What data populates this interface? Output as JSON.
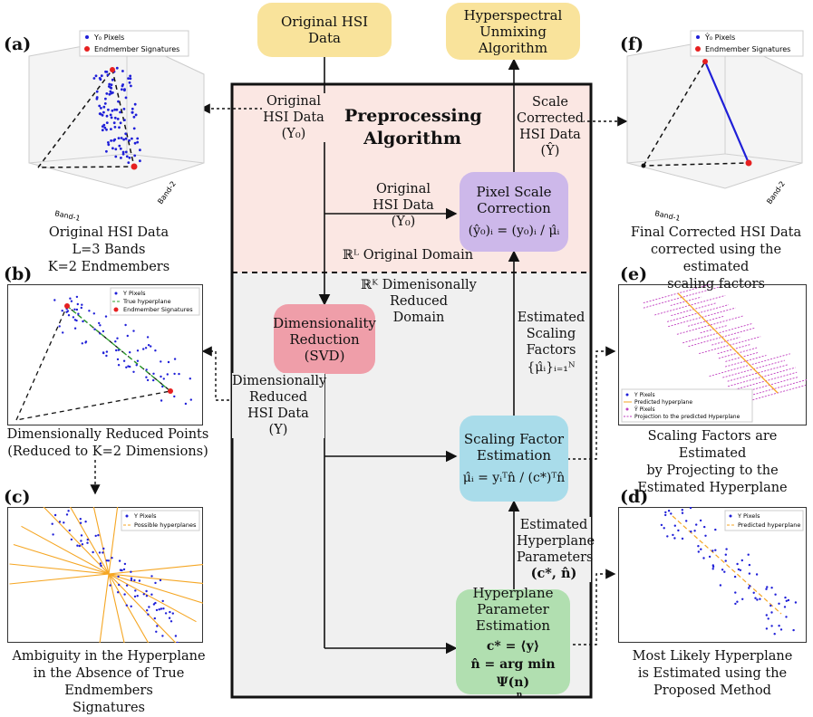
{
  "nodes": {
    "original_hsi": [
      "Original HSI",
      "Data"
    ],
    "unmixing": [
      "Hyperspectral",
      "Unmixing",
      "Algorithm"
    ],
    "pixel_scale": [
      "Pixel Scale",
      "Correction"
    ],
    "pixel_scale_formula": "(ŷ₀)ᵢ = (y₀)ᵢ / μ̂ᵢ",
    "dim_red": [
      "Dimensionality",
      "Reduction",
      "(SVD)"
    ],
    "scaling_factor": [
      "Scaling Factor",
      "Estimation"
    ],
    "scaling_formula": "μ̂ᵢ = yᵢᵀn̂ / (c*)ᵀn̂",
    "hyperplane": [
      "Hyperplane",
      "Parameter",
      "Estimation"
    ],
    "hyperplane_formula": [
      "c* = ⟨y⟩",
      "n̂ = arg min Ψ(n)"
    ],
    "hyperplane_formula_sub": "n"
  },
  "preprocessing_title": [
    "Preprocessing",
    "Algorithm"
  ],
  "domains": {
    "original": "ℝᴸ Original Domain",
    "reduced": [
      "ℝᴷ Dimenisonally Reduced",
      "Domain"
    ]
  },
  "labels": {
    "orig_data_left": [
      "Original",
      "HSI Data",
      "(Y₀)"
    ],
    "orig_data_mid": [
      "Original",
      "HSI Data",
      "(Y₀)"
    ],
    "scale_corrected": [
      "Scale",
      "Corrected",
      "HSI Data",
      "(Ŷ)"
    ],
    "dim_reduced": [
      "Dimensionally",
      "Reduced",
      "HSI Data",
      "(Y)"
    ],
    "est_scaling": [
      "Estimated",
      "Scaling",
      "Factors",
      "{μ̂ᵢ}ᵢ₌₁ᴺ"
    ],
    "est_hyperplane": [
      "Estimated",
      "Hyperplane",
      "Parameters",
      "(c*, n̂)"
    ]
  },
  "panels": {
    "a": {
      "tag": "(a)",
      "legend": [
        "Y₀ Pixels",
        "Endmember Signatures"
      ],
      "axes": [
        "Band-1",
        "Band-2"
      ],
      "caption": [
        "Original HSI Data",
        "L=3 Bands",
        "K=2 Endmembers"
      ]
    },
    "b": {
      "tag": "(b)",
      "legend": [
        "Y Pixels",
        "True hyperplane",
        "Endmember Signatures"
      ],
      "caption": [
        "Dimensionally Reduced Points",
        "(Reduced to K=2 Dimensions)"
      ]
    },
    "c": {
      "tag": "(c)",
      "legend": [
        "Y Pixels",
        "Possible hyperplanes"
      ],
      "caption": [
        "Ambiguity in the Hyperplane",
        "in the Absence of True Endmembers",
        "Signatures"
      ]
    },
    "d": {
      "tag": "(d)",
      "legend": [
        "Y Pixels",
        "Predicted hyperplane"
      ],
      "caption": [
        "Most Likely Hyperplane",
        "is Estimated using the",
        "Proposed Method"
      ]
    },
    "e": {
      "tag": "(e)",
      "legend": [
        "Y Pixels",
        "Predicted hyperplane",
        "Ŷ Pixels",
        "Projection to the predicted Hyperplane"
      ],
      "caption": [
        "Scaling Factors are Estimated",
        "by Projecting to the",
        "Estimated Hyperplane"
      ]
    },
    "f": {
      "tag": "(f)",
      "legend": [
        "Ŷ₀ Pixels",
        "Endmember Signatures"
      ],
      "axes": [
        "Band-1",
        "Band-2"
      ],
      "caption": [
        "Final Corrected HSI Data",
        "corrected using the estimated",
        "scaling factors"
      ]
    }
  },
  "colors": {
    "yellow": "#f9e39b",
    "purple": "#cdb8ea",
    "pink": "#ef9ea9",
    "cyan": "#a9dcea",
    "green": "#b1dfb0",
    "pink_bg": "#fbe7e3",
    "gray_bg": "#f0f0f0",
    "points": "#1f1fd8",
    "endmember": "#e62020",
    "orange": "#f5a623",
    "magenta": "#c03fc0"
  }
}
